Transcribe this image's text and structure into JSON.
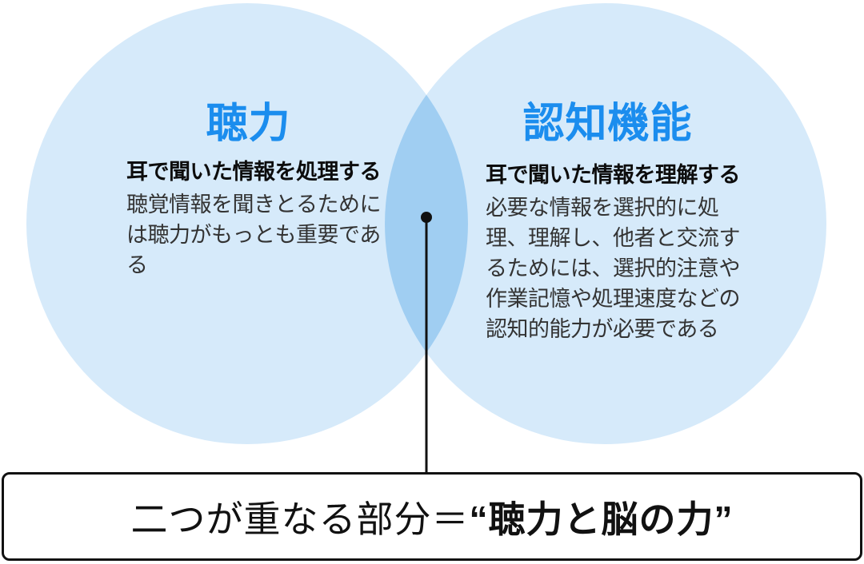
{
  "venn": {
    "left": {
      "title": "聴力",
      "subtitle": "耳で聞いた情報を処理する",
      "body": "聴覚情報を聞きとるために\nは聴力がもっとも重要であ\nる"
    },
    "right": {
      "title": "認知機能",
      "subtitle": "耳で聞いた情報を理解する",
      "body": "必要な情報を選択的に処\n理、理解し、他者と交流す\nるためには、選択的注意や\n作業記憶や処理速度などの\n認知的能力が必要である"
    },
    "colors": {
      "circle_fill": "#D6EAFA",
      "overlap_fill": "#A0CEF2",
      "accent_blue": "#1B8DEE",
      "line_black": "#111111"
    }
  },
  "callout": {
    "prefix": "二つが重なる部分＝",
    "emphasis": "“聴力と脳の力”"
  }
}
